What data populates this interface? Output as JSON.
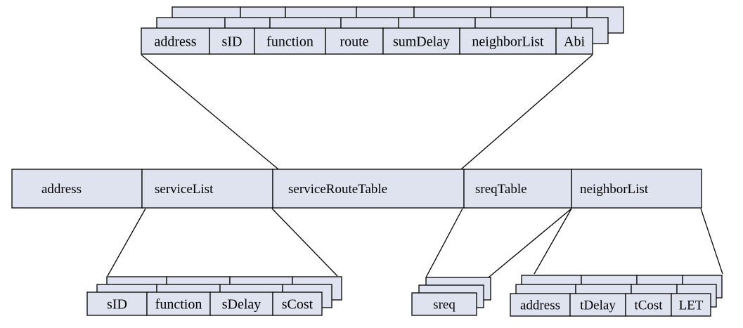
{
  "colors": {
    "box_fill": "#dfe3ef",
    "stroke": "#000000",
    "background": "#ffffff"
  },
  "main_record": [
    "address",
    "serviceList",
    "serviceRouteTable",
    "sreqTable",
    "neighborList"
  ],
  "service_route_table": [
    "address",
    "sID",
    "function",
    "route",
    "sumDelay",
    "neighborList",
    "Abi"
  ],
  "service_list": [
    "sID",
    "function",
    "sDelay",
    "sCost"
  ],
  "sreq_table": [
    "sreq"
  ],
  "neighbor_list": [
    "address",
    "tDelay",
    "tCost",
    "LET"
  ]
}
